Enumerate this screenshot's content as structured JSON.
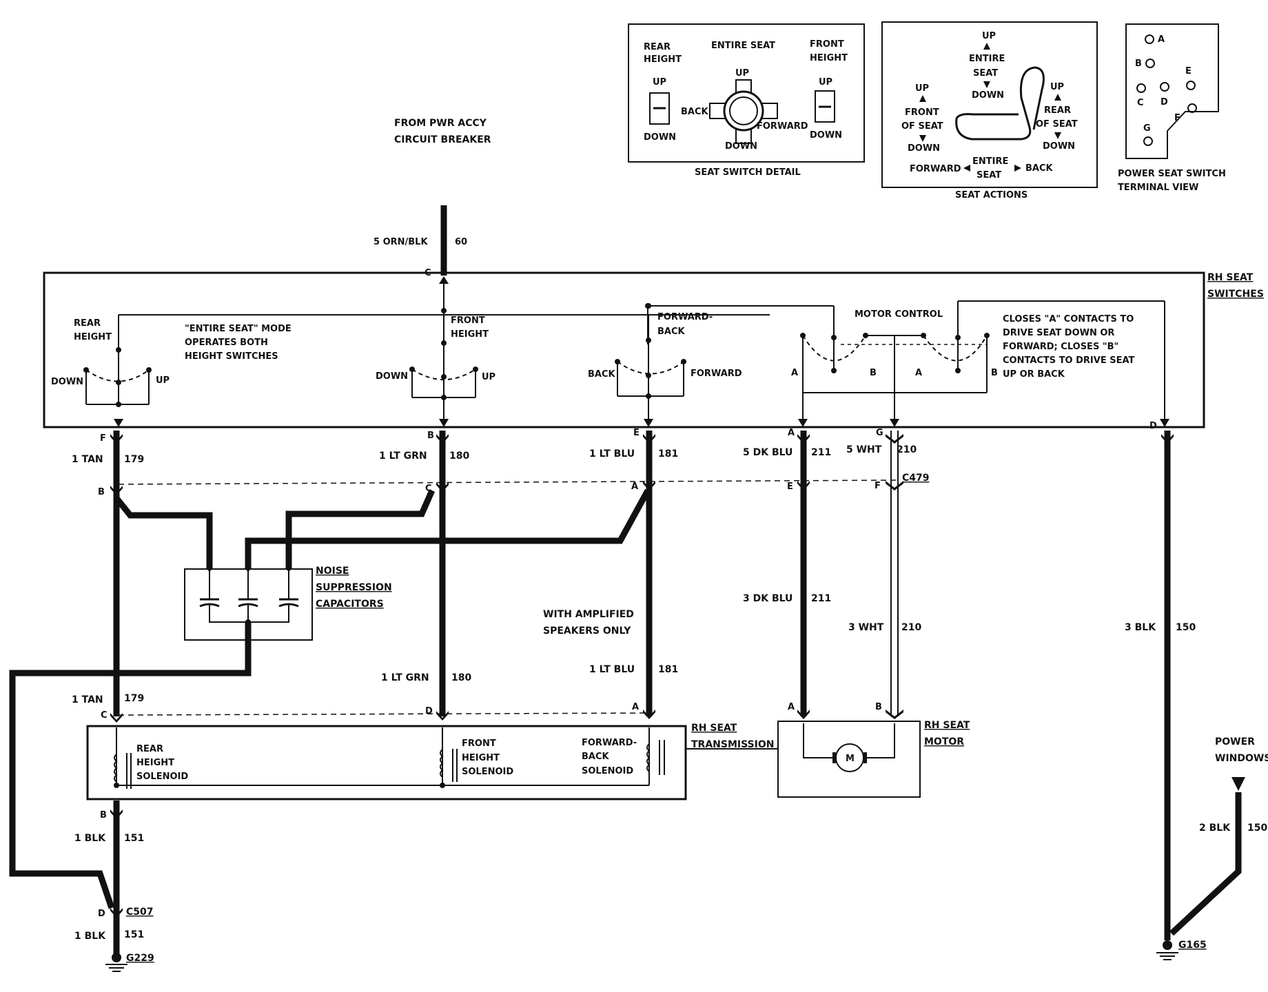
{
  "source": {
    "line1": "FROM PWR ACCY",
    "line2": "CIRCUIT BREAKER",
    "wire_size_color": "5 ORN/BLK",
    "circuit": "60",
    "pin": "C"
  },
  "insets": {
    "switch_detail": {
      "caption": "SEAT SWITCH DETAIL",
      "rear_height": "REAR",
      "rear_height2": "HEIGHT",
      "entire_seat": "ENTIRE SEAT",
      "front_height": "FRONT",
      "front_height2": "HEIGHT",
      "up": "UP",
      "down": "DOWN",
      "back": "BACK",
      "forward": "FORWARD"
    },
    "seat_actions": {
      "caption": "SEAT ACTIONS",
      "up": "UP",
      "entire": "ENTIRE",
      "seat": "SEAT",
      "down": "DOWN",
      "front": "FRONT",
      "of_seat": "OF SEAT",
      "rear": "REAR",
      "forward": "FORWARD",
      "back": "BACK"
    },
    "terminal_view": {
      "caption1": "POWER SEAT SWITCH",
      "caption2": "TERMINAL VIEW",
      "pins": [
        "A",
        "B",
        "C",
        "D",
        "E",
        "F",
        "G"
      ]
    }
  },
  "switches": {
    "title1": "RH SEAT",
    "title2": "SWITCHES",
    "rear": {
      "l1": "REAR",
      "l2": "HEIGHT",
      "down": "DOWN",
      "up": "UP"
    },
    "note": {
      "l1": "\"ENTIRE SEAT\" MODE",
      "l2": "OPERATES BOTH",
      "l3": "HEIGHT SWITCHES"
    },
    "front": {
      "l1": "FRONT",
      "l2": "HEIGHT",
      "down": "DOWN",
      "up": "UP"
    },
    "fb": {
      "l1": "FORWARD-",
      "l2": "BACK",
      "back": "BACK",
      "forward": "FORWARD"
    },
    "motor": {
      "title": "MOTOR CONTROL",
      "a": "A",
      "b": "B"
    },
    "closes": {
      "l1": "CLOSES \"A\" CONTACTS TO",
      "l2": "DRIVE SEAT DOWN OR",
      "l3": "FORWARD; CLOSES \"B\"",
      "l4": "CONTACTS TO DRIVE SEAT",
      "l5": "UP OR BACK"
    }
  },
  "wires": {
    "w179": {
      "size": "1 TAN",
      "circuit": "179",
      "top_pin": "F",
      "mid_pin": "B",
      "bot_pin": "C"
    },
    "w180": {
      "size": "1 LT GRN",
      "circuit": "180",
      "top_pin": "B",
      "mid_pin": "C",
      "bot_pin": "D"
    },
    "w181": {
      "size": "1 LT BLU",
      "circuit": "181",
      "top_pin": "E",
      "mid_pin": "A",
      "bot_pin": "A"
    },
    "w211": {
      "size_top": "5 DK BLU",
      "size_mid": "3 DK BLU",
      "circuit": "211",
      "top_pin": "A",
      "mid_pin": "E",
      "bot_pin": "A"
    },
    "w210": {
      "size_top": "5 WHT",
      "size_mid": "3 WHT",
      "circuit": "210",
      "top_pin": "G",
      "mid_pin": "F",
      "bot_pin": "B",
      "connector": "C479"
    },
    "w150": {
      "size": "3 BLK",
      "circuit": "150",
      "top_pin": "D"
    },
    "w150b": {
      "size": "2 BLK",
      "circuit": "150"
    },
    "w151": {
      "size": "1 BLK",
      "circuit": "151",
      "pin_b": "B",
      "pin_d": "D",
      "connector": "C507"
    }
  },
  "capacitors": {
    "l1": "NOISE",
    "l2": "SUPPRESSION",
    "l3": "CAPACITORS"
  },
  "amp_note": {
    "l1": "WITH AMPLIFIED",
    "l2": "SPEAKERS ONLY"
  },
  "transmission": {
    "title1": "RH SEAT",
    "title2": "TRANSMISSION",
    "rear": {
      "l1": "REAR",
      "l2": "HEIGHT",
      "l3": "SOLENOID"
    },
    "front": {
      "l1": "FRONT",
      "l2": "HEIGHT",
      "l3": "SOLENOID"
    },
    "fb": {
      "l1": "FORWARD-",
      "l2": "BACK",
      "l3": "SOLENOID"
    }
  },
  "motor": {
    "title1": "RH SEAT",
    "title2": "MOTOR",
    "symbol": "M"
  },
  "power_windows": {
    "l1": "POWER",
    "l2": "WINDOWS"
  },
  "grounds": {
    "left": "G229",
    "right": "G165"
  }
}
